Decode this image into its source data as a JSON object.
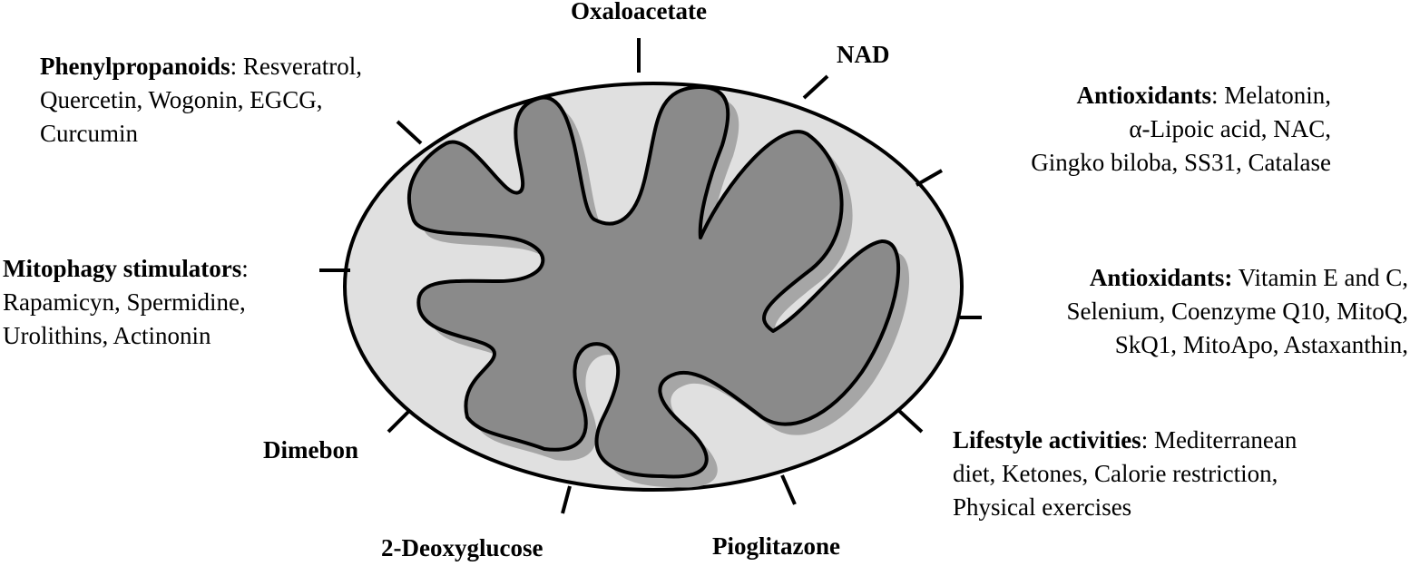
{
  "labels": {
    "oxaloacetate": "Oxaloacetate",
    "nad": "NAD",
    "phenylpropanoids": {
      "title": "Phenylpropanoids",
      "lines": [
        ": Resveratrol,",
        "Quercetin, Wogonin, EGCG,",
        "Curcumin"
      ]
    },
    "antioxidants_1": {
      "title": "Antioxidants",
      "lines": [
        ": Melatonin,",
        "α-Lipoic acid, NAC,",
        "Gingko biloba, SS31, Catalase"
      ]
    },
    "mitophagy": {
      "title": "Mitophagy stimulators",
      "lines": [
        ":",
        "Rapamicyn, Spermidine,",
        "Urolithins, Actinonin"
      ]
    },
    "antioxidants_2": {
      "title": "Antioxidants:",
      "lines": [
        " Vitamin E and C,",
        "Selenium, Coenzyme Q10, MitoQ,",
        "SkQ1, MitoApo, Astaxanthin,"
      ]
    },
    "lifestyle": {
      "title": "Lifestyle activities",
      "lines": [
        ": Mediterranean",
        "diet, Ketones, Calorie restriction,",
        "Physical exercises"
      ]
    },
    "dimebon": "Dimebon",
    "deoxyglucose": "2-Deoxyglucose",
    "pioglitazone": "Pioglitazone"
  },
  "colors": {
    "outer_membrane": "#e0e0e0",
    "matrix": "#8a8a8a",
    "matrix_shadow": "#a6a6a6",
    "outline": "#000000"
  }
}
